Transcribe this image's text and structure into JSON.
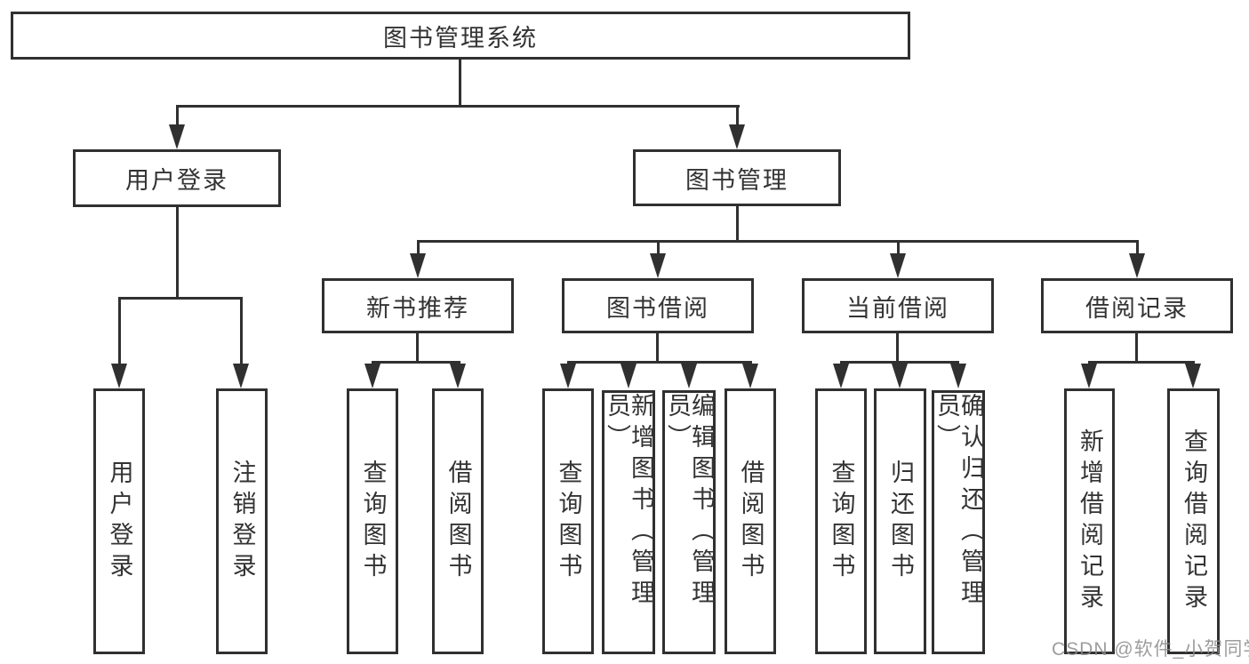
{
  "nodes": {
    "root": "图书管理系统",
    "user_login": "用户登录",
    "book_mgmt": "图书管理",
    "new_book_rec": "新书推荐",
    "book_borrow": "图书借阅",
    "current_borrow": "当前借阅",
    "borrow_record": "借阅记录",
    "leaf_login": "用户登录",
    "leaf_logout": "注销登录",
    "leaf_rec_query": "查询图书",
    "leaf_rec_borrow": "借阅图书",
    "leaf_bb_query": "查询图书",
    "leaf_bb_add": "新增图书（管理员）",
    "leaf_bb_edit": "编辑图书（管理员）",
    "leaf_bb_borrow": "借阅图书",
    "leaf_cb_query": "查询图书",
    "leaf_cb_return": "归还图书",
    "leaf_cb_confirm": "确认归还（管理员）",
    "leaf_br_add": "新增借阅记录",
    "leaf_br_query": "查询借阅记录"
  },
  "tree": {
    "图书管理系统": {
      "用户登录": [
        "用户登录",
        "注销登录"
      ],
      "图书管理": {
        "新书推荐": [
          "查询图书",
          "借阅图书"
        ],
        "图书借阅": [
          "查询图书",
          "新增图书（管理员）",
          "编辑图书（管理员）",
          "借阅图书"
        ],
        "当前借阅": [
          "查询图书",
          "归还图书",
          "确认归还（管理员）"
        ],
        "借阅记录": [
          "新增借阅记录",
          "查询借阅记录"
        ]
      }
    }
  },
  "watermark": "CSDN @软件_小贺同学",
  "colors": {
    "line": "#303030",
    "text": "#333333",
    "watermark": "#8c8c8c",
    "background": "#ffffff"
  }
}
